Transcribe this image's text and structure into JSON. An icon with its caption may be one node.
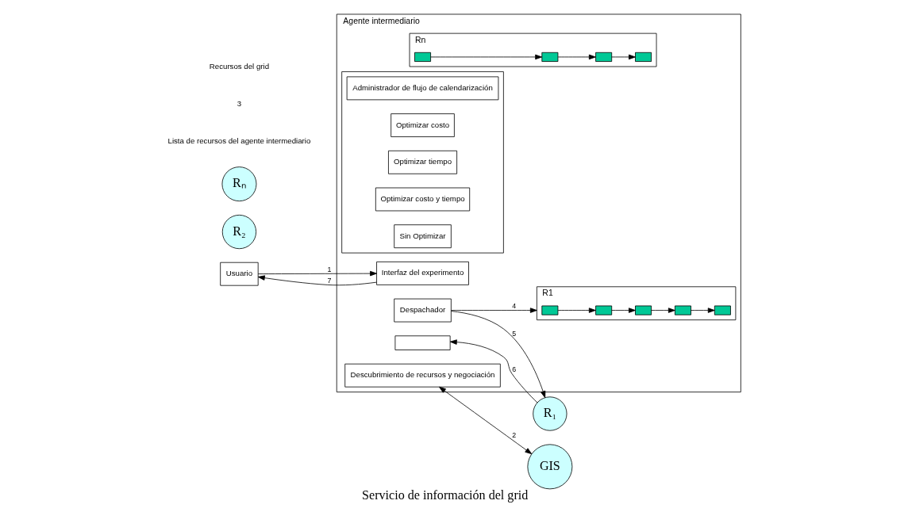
{
  "diagram": {
    "nodes": [
      {
        "text": [
          "Usuario"
        ]
      },
      {
        "text": [
          "Agente intermediario"
        ]
      },
      {
        "text": [
          "Interfaz del experimento"
        ],
        "in": 1
      },
      {
        "text": [
          "R1"
        ],
        "in": 1
      },
      {
        "text": [],
        "shape": "box",
        "in": 3
      },
      {
        "text": [],
        "shape": "box",
        "in": 3
      },
      {
        "text": [],
        "shape": "box",
        "in": 3
      },
      {
        "text": [],
        "shape": "box",
        "in": 3
      },
      {
        "text": [],
        "shape": "box",
        "in": 3
      },
      {
        "text": [
          "Rn"
        ],
        "in": 1
      },
      {
        "text": [],
        "shape": "box",
        "in": 9
      },
      {
        "text": [],
        "shape": "box",
        "in": 9
      },
      {
        "text": [],
        "shape": "box",
        "in": 9
      },
      {
        "text": [],
        "shape": "box",
        "in": 9
      },
      {
        "text": [
          "Descubrimiento de recursos y negociación"
        ],
        "in": 1
      },
      {
        "text": [],
        "shape": "box",
        "in": 1
      },
      {
        "text": [
          "Administrador de flujo de calendarización"
        ],
        "in": 15
      },
      {
        "text": [
          "Optimizar costo"
        ],
        "in": 15
      },
      {
        "text": [
          "Optimizar tiempo"
        ],
        "in": 15
      },
      {
        "text": [
          "Optimizar costo y tiempo"
        ],
        "in": 15
      },
      {
        "text": [
          "Sin Optimizar"
        ],
        "in": 15
      },
      {
        "text": [
          "Despachador"
        ],
        "in": 1
      },
      {
        "text": [],
        "shape": "box",
        "in": 1
      },
      {
        "text": [
          "R₁"
        ]
      },
      {
        "text": [
          "R₂"
        ]
      },
      {
        "text": [
          "Rₙ"
        ]
      },
      {
        "text": [
          "GIS"
        ],
        "beside": [
          "Servicio de información del grid"
        ]
      }
    ],
    "edges": [
      {
        "from": 0,
        "to": 2,
        "arrow": "to",
        "label": "1"
      },
      {
        "from": 2,
        "to": 0,
        "arrow": "to",
        "label": "7"
      },
      {
        "from": 14,
        "to": 26,
        "arrow": "both",
        "label": "2"
      },
      {
        "from": 21,
        "to": 3,
        "arrow": "to",
        "label": "4"
      },
      {
        "from": 21,
        "to": 23,
        "arrow": "to",
        "label": "5"
      },
      {
        "from": 23,
        "to": 22,
        "arrow": "to",
        "label": "6"
      },
      {
        "from": 4,
        "to": 5,
        "arrow": "to"
      },
      {
        "from": 5,
        "to": 6,
        "arrow": "to"
      },
      {
        "from": 6,
        "to": 7,
        "arrow": "to"
      },
      {
        "from": 7,
        "to": 8,
        "arrow": "to"
      },
      {
        "from": 10,
        "to": 11,
        "arrow": "to"
      },
      {
        "from": 11,
        "to": 12,
        "arrow": "to"
      },
      {
        "from": 12,
        "to": 13,
        "arrow": "to"
      }
    ],
    "labels": [
      "Lista de recursos del agente intermediario",
      "3",
      "Recursos del grid"
    ]
  }
}
